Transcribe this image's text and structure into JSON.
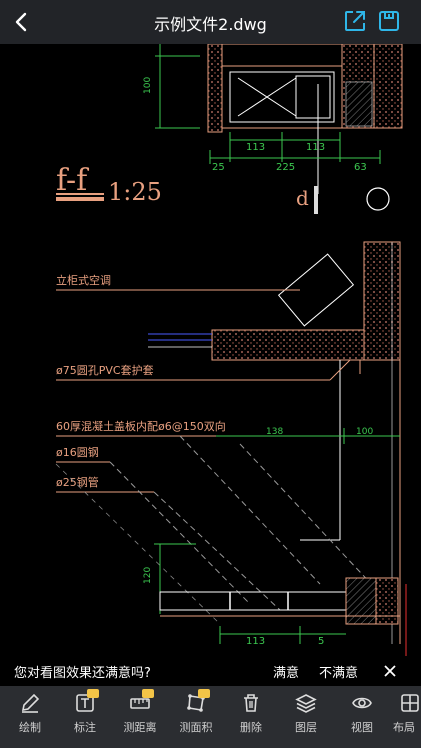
{
  "header": {
    "title": "示例文件2.dwg"
  },
  "drawing": {
    "section_title": "f-f",
    "scale": "1:25",
    "mark_d": "d",
    "label_ac": "立柜式空调",
    "label_pvc": "ø75圆孔PVC套护套",
    "label_slab": "60厚混凝土盖板内配ø6@150双向",
    "label_steel": "ø16圆钢",
    "label_pipe": "ø25钢管",
    "dim_113a": "113",
    "dim_113b": "113",
    "dim_25": "25",
    "dim_225": "225",
    "dim_63": "63",
    "dim_100_left": "100",
    "dim_100_right": "100",
    "dim_bottom_113": "113",
    "dim_bottom_5": "5"
  },
  "feedback": {
    "question": "您对看图效果还满意吗?",
    "satisfied": "满意",
    "unsatisfied": "不满意"
  },
  "toolbar": {
    "items": [
      {
        "label": "绘制",
        "icon": "pencil-icon"
      },
      {
        "label": "标注",
        "icon": "text-annotate-icon"
      },
      {
        "label": "测距离",
        "icon": "ruler-icon"
      },
      {
        "label": "测面积",
        "icon": "area-measure-icon"
      },
      {
        "label": "删除",
        "icon": "trash-icon"
      },
      {
        "label": "图层",
        "icon": "layers-icon"
      },
      {
        "label": "视图",
        "icon": "eye-icon"
      },
      {
        "label": "布局",
        "icon": "layout-icon"
      }
    ]
  },
  "colors": {
    "topbar_bg": "#222428",
    "toolbar_bg": "#2b2d31",
    "cad_line": "#e8a080",
    "cad_green": "#3cc850",
    "cad_white": "#ffffff",
    "vip_badge": "#f3c447"
  }
}
